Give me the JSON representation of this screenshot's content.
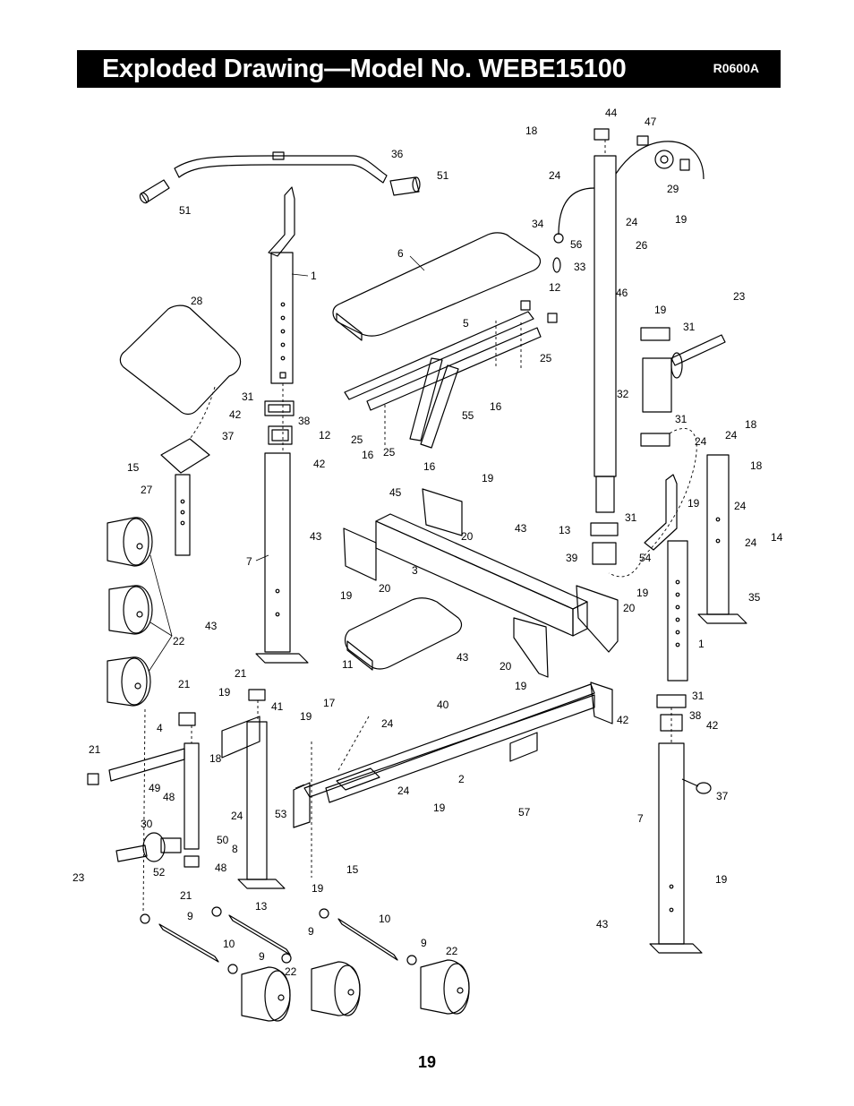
{
  "header": {
    "title": "Exploded Drawing—Model No. WEBE15100",
    "drawing_code": "R0600A"
  },
  "footer": {
    "page_number": "19"
  },
  "colors": {
    "ink": "#000000",
    "paper": "#ffffff"
  },
  "callouts": [
    "44",
    "18",
    "47",
    "36",
    "24",
    "29",
    "51",
    "24",
    "19",
    "51",
    "34",
    "56",
    "26",
    "33",
    "1",
    "6",
    "12",
    "46",
    "19",
    "23",
    "28",
    "5",
    "31",
    "25",
    "32",
    "16",
    "31",
    "55",
    "31",
    "42",
    "38",
    "12",
    "25",
    "16",
    "25",
    "42",
    "37",
    "16",
    "18",
    "24",
    "24",
    "18",
    "15",
    "45",
    "19",
    "19",
    "24",
    "27",
    "14",
    "43",
    "20",
    "13",
    "31",
    "43",
    "24",
    "3",
    "39",
    "54",
    "7",
    "20",
    "19",
    "19",
    "43",
    "20",
    "1",
    "35",
    "11",
    "43",
    "20",
    "21",
    "19",
    "21",
    "31",
    "17",
    "40",
    "42",
    "38",
    "42",
    "19",
    "41",
    "19",
    "24",
    "4",
    "21",
    "18",
    "2",
    "49",
    "48",
    "37",
    "24",
    "24",
    "30",
    "53",
    "19",
    "57",
    "50",
    "8",
    "7",
    "15",
    "23",
    "52",
    "48",
    "21",
    "19",
    "13",
    "9",
    "19",
    "43",
    "10",
    "10",
    "9",
    "9",
    "9",
    "22",
    "22",
    "22"
  ]
}
